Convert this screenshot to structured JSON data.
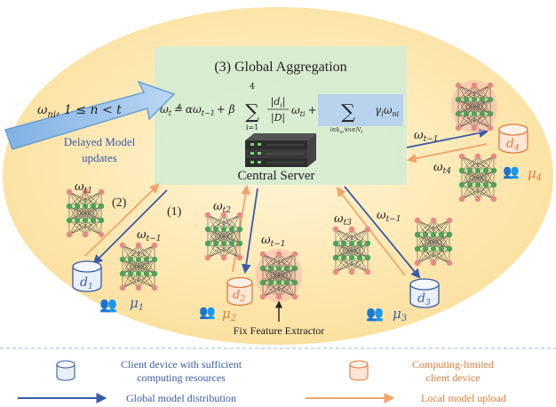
{
  "title": "(3)  Global Aggregation",
  "formula": {
    "lhs": "ω",
    "lhs_sub": "t",
    "eq": "≜ αω",
    "eq_sub": "t−1",
    "plus_beta": "+ β",
    "sum_upper": "4",
    "sum_lower": "i=1",
    "frac_num": "|d",
    "frac_num_sub": "i",
    "frac_num_end": "|",
    "frac_den": "|D|",
    "omega": "ω",
    "omega_sub": "ti",
    "plus": "+",
    "sum2_lower": "i∈k",
    "sum2_lower_sub": "n",
    "sum2_lower_2": ",∀n∈N",
    "sum2_lower_sub2": "t",
    "gamma": "γ",
    "gamma_sub": "i",
    "gamma_omega": "ω",
    "gamma_omega_sub": "ni"
  },
  "delayed": {
    "arrow_label": "ω",
    "arrow_label_sub": "ni",
    "arrow_cond": ", 1 ≤ n < t",
    "caption_line1": "Delayed Model",
    "caption_line2": "updates"
  },
  "server_label": "Central Server",
  "step_labels": {
    "two": "(2)",
    "one": "(1)"
  },
  "clients": [
    {
      "d": "d",
      "d_sub": "1",
      "mu": "μ",
      "mu_sub": "1",
      "up": "ω",
      "up_sub": "t1",
      "down": "ω",
      "down_sub": "t−1"
    },
    {
      "d": "d",
      "d_sub": "2",
      "mu": "μ",
      "mu_sub": "2",
      "up": "ω",
      "up_sub": "t2",
      "down": "ω",
      "down_sub": "t−1"
    },
    {
      "d": "d",
      "d_sub": "3",
      "mu": "μ",
      "mu_sub": "3",
      "up": "ω",
      "up_sub": "t3",
      "down": "ω",
      "down_sub": "t−1"
    },
    {
      "d": "d",
      "d_sub": "4",
      "mu": "μ",
      "mu_sub": "4",
      "up": "ω",
      "up_sub": "t4",
      "down": "ω",
      "down_sub": "t−1"
    }
  ],
  "fix_feature": "Fix Feature Extractor",
  "legend": {
    "sufficient_line1": "Client device with sufficient",
    "sufficient_line2": "computing resources",
    "limited_line1": "Computing-limited",
    "limited_line2": "client device",
    "global_dist": "Global model distribution",
    "local_upload": "Local model upload"
  },
  "colors": {
    "blue": "#3b5aa8",
    "orange": "#e07b3c",
    "ellipse": "#fde9b8",
    "server_box": "#d6ecd2",
    "highlight": "#b9d3ef",
    "net_pink": "#e78a86",
    "net_green": "#4da35a"
  }
}
